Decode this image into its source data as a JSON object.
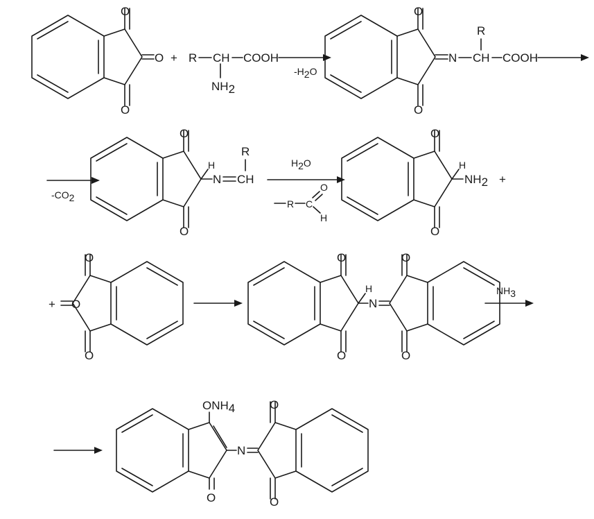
{
  "reaction": {
    "row1": {
      "ketone_o": "O",
      "plus": "+",
      "amino_acid": {
        "r": "R",
        "ch": "CH",
        "cooh": "COOH",
        "nh": "NH",
        "nh_sub": "2"
      },
      "arrow_condition": {
        "prefix": "-H",
        "sub": "2",
        "suffix": "O"
      },
      "imine": {
        "n": "N",
        "r": "R",
        "ch": "CH",
        "cooh": "COOH"
      }
    },
    "row2": {
      "arrow_condition": {
        "prefix": "-CO",
        "sub": "2"
      },
      "schiff_base": {
        "h": "H",
        "n": "N",
        "ch": "CH",
        "r": "R"
      },
      "water": {
        "prefix": "H",
        "sub": "2",
        "suffix": "O"
      },
      "aldehyde": {
        "r": "R",
        "c": "C",
        "o": "O",
        "h": "H"
      },
      "amine": {
        "h": "H",
        "nh": "NH",
        "nh_sub": "2"
      },
      "plus": "+"
    },
    "row3": {
      "plus": "+",
      "ammonia": {
        "prefix": "NH",
        "sub": "3"
      },
      "dimer": {
        "h": "H",
        "n": "N"
      }
    },
    "row4": {
      "onh": {
        "prefix": "ONH",
        "sub": "4"
      },
      "n": "N"
    }
  }
}
